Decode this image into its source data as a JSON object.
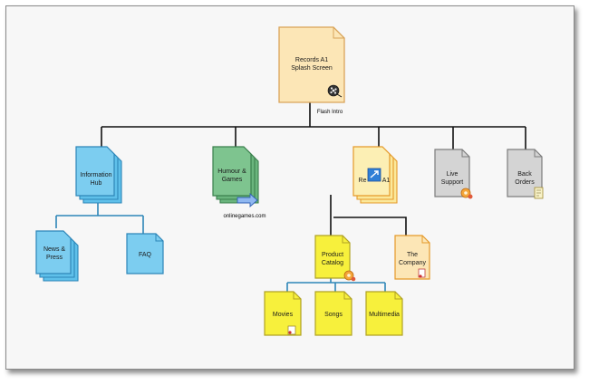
{
  "colors": {
    "peach_fill": "#fce6b6",
    "peach_stroke": "#d9a45a",
    "blue_fill": "#5fc0ea",
    "blue_stroke": "#2d86b8",
    "green_fill": "#7ec48f",
    "green_stroke": "#3a7f4c",
    "orange_fill": "#fbe89a",
    "orange_stroke": "#e59a2a",
    "gray_fill": "#d4d4d4",
    "gray_stroke": "#7d7d7d",
    "yellow_fill": "#f7f03c",
    "yellow_stroke": "#b1a224",
    "connector_black": "#111111",
    "connector_blue": "#2d86b8"
  },
  "nodes": {
    "splash": {
      "lines": [
        "Records A1",
        "Splash Screen"
      ],
      "note": "Flash Intro",
      "icon": "film-reel-icon"
    },
    "info_hub": {
      "lines": [
        "Information",
        "Hub"
      ]
    },
    "humour": {
      "lines": [
        "Humour &",
        "Games"
      ],
      "note": "onlinegames.com",
      "icon": "external-link-arrow-icon"
    },
    "records": {
      "lines": [
        "Re",
        "A1"
      ],
      "icon": "page-link-icon"
    },
    "live_support": {
      "lines": [
        "Live",
        "Support"
      ],
      "icon": "support-gear-icon"
    },
    "back_orders": {
      "lines": [
        "Back",
        "Orders"
      ],
      "icon": "order-form-icon"
    },
    "news": {
      "lines": [
        "News &",
        "Press"
      ]
    },
    "faq": {
      "lines": [
        "FAQ"
      ]
    },
    "catalog": {
      "lines": [
        "Product",
        "Catalog"
      ],
      "icon": "catalog-gear-icon"
    },
    "company": {
      "lines": [
        "The",
        "Company"
      ],
      "icon": "document-icon"
    },
    "movies": {
      "lines": [
        "Movies"
      ],
      "icon": "document-icon"
    },
    "songs": {
      "lines": [
        "Songs"
      ]
    },
    "multimedia": {
      "lines": [
        "Multimedia"
      ]
    }
  }
}
